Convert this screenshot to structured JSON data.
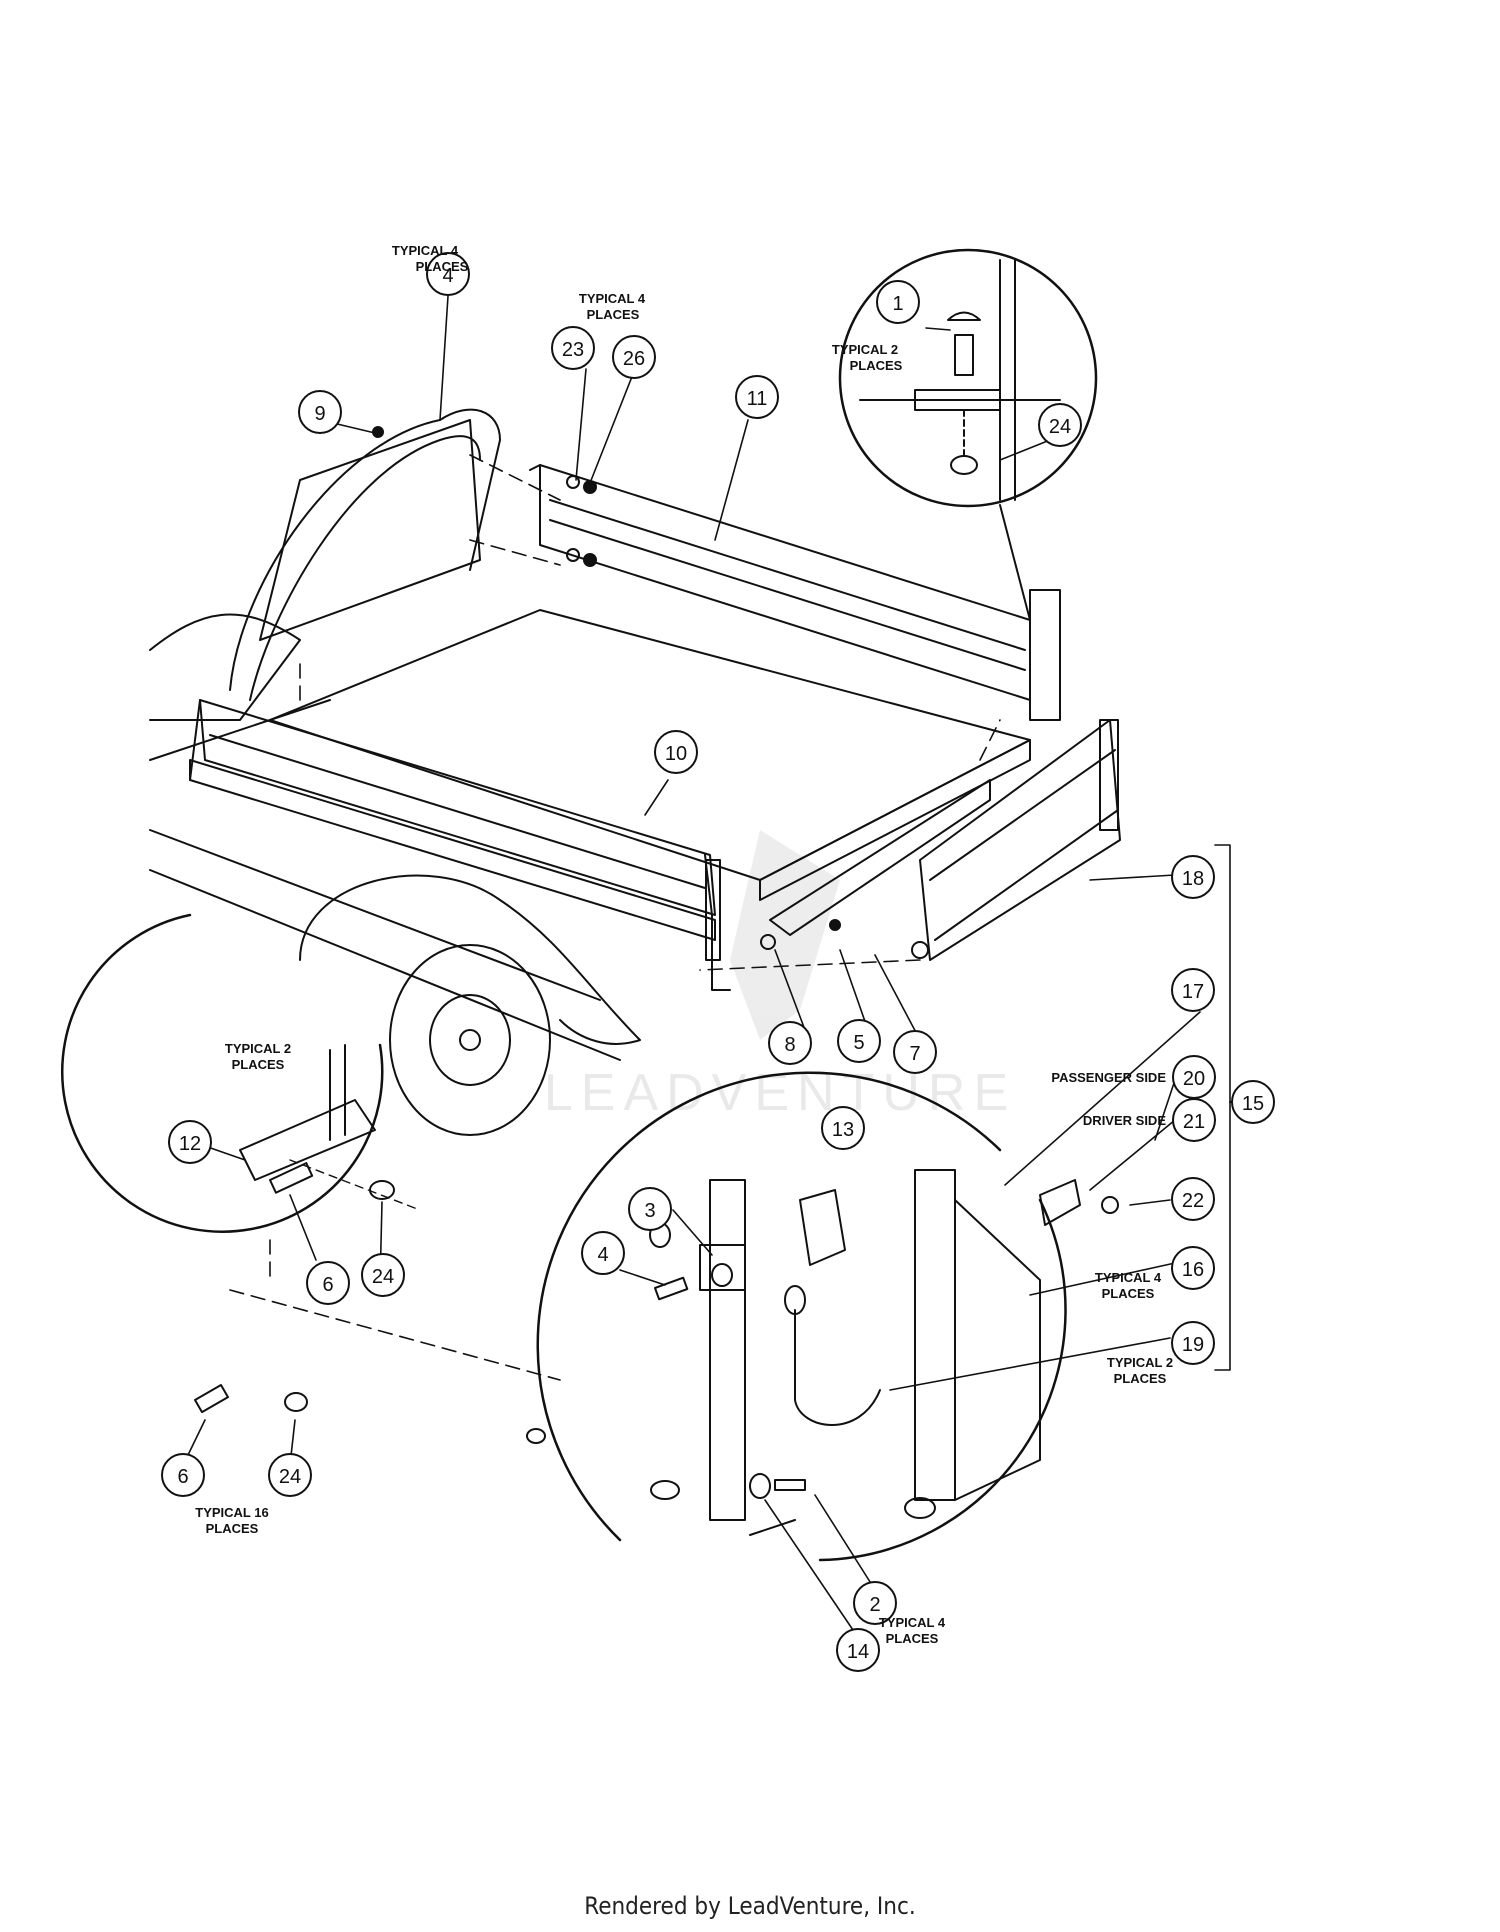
{
  "callouts": {
    "c1": "1",
    "c2": "2",
    "c3": "3",
    "c4a": "4",
    "c4b": "4",
    "c5": "5",
    "c6a": "6",
    "c6b": "6",
    "c7": "7",
    "c8": "8",
    "c9": "9",
    "c10": "10",
    "c11": "11",
    "c12": "12",
    "c13": "13",
    "c14": "14",
    "c15": "15",
    "c16": "16",
    "c17": "17",
    "c18": "18",
    "c19": "19",
    "c20": "20",
    "c21": "21",
    "c22": "22",
    "c23": "23",
    "c24a": "24",
    "c24b": "24",
    "c24c": "24",
    "c26": "26"
  },
  "notes": {
    "typical4_top_l1": "TYPICAL 4",
    "typical4_top_l2": "PLACES",
    "typical4_hw_l1": "TYPICAL 4",
    "typical4_hw_l2": "PLACES",
    "typical2_inset_l1": "TYPICAL 2",
    "typical2_inset_l2": "PLACES",
    "typical2_left_l1": "TYPICAL 2",
    "typical2_left_l2": "PLACES",
    "typical16_l1": "TYPICAL 16",
    "typical16_l2": "PLACES",
    "typical4_btm_l1": "TYPICAL 4",
    "typical4_btm_l2": "PLACES",
    "typical4_r_l1": "TYPICAL 4",
    "typical4_r_l2": "PLACES",
    "typical2_r_l1": "TYPICAL 2",
    "typical2_r_l2": "PLACES",
    "passenger_side": "PASSENGER SIDE",
    "driver_side": "DRIVER SIDE"
  },
  "watermark": "LEADVENTURE",
  "footer": "Rendered by LeadVenture, Inc."
}
